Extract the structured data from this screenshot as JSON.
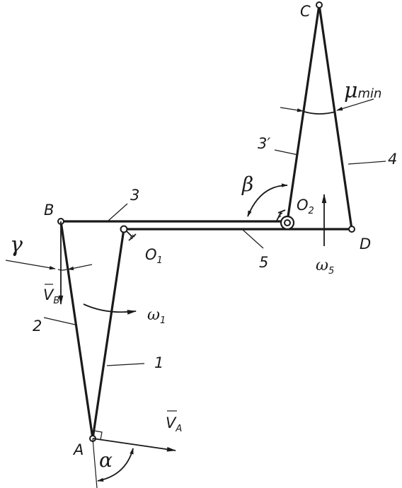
{
  "labels": {
    "point_c": "C",
    "point_b": "B",
    "point_d": "D",
    "point_a": "A",
    "point_o1_main": "O",
    "point_o1_sub": "1",
    "point_o2_main": "O",
    "point_o2_sub": "2",
    "link_1": "1",
    "link_2": "2",
    "link_3": "3",
    "link_3_prime": "3′",
    "link_4": "4",
    "link_5": "5",
    "mu_main": "μ",
    "mu_sub": "min",
    "beta": "β",
    "gamma": "γ",
    "alpha": "α",
    "omega1_main": "ω",
    "omega1_sub": "1",
    "omega5_main": "ω",
    "omega5_sub": "5",
    "vb_main": "V",
    "vb_sub": "B",
    "va_main": "V",
    "va_sub": "A"
  }
}
